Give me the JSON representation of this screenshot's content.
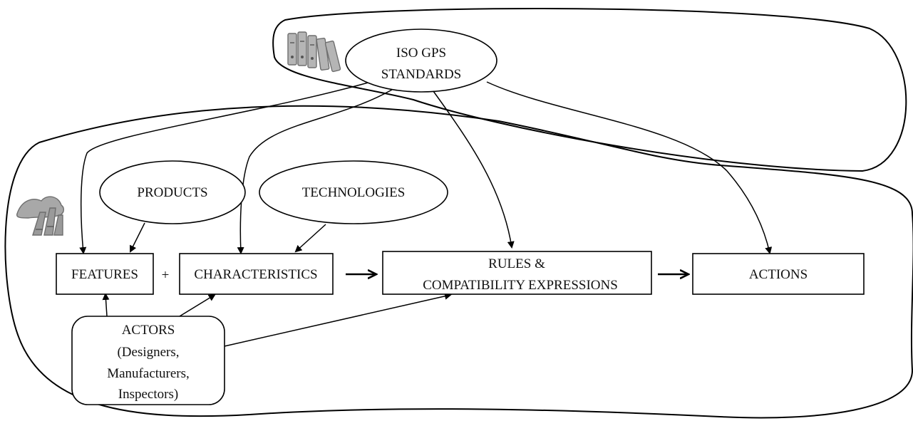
{
  "iso": {
    "line1": "ISO GPS",
    "line2": "STANDARDS"
  },
  "products": "PRODUCTS",
  "technologies": "TECHNOLOGIES",
  "features": "FEATURES",
  "plus": "+",
  "characteristics": "CHARACTERISTICS",
  "rules": {
    "line1": "RULES &",
    "line2": "COMPATIBILITY EXPRESSIONS"
  },
  "actions": "ACTIONS",
  "actors": {
    "line1": "ACTORS",
    "line2": "(Designers,",
    "line3": "Manufacturers,",
    "line4": "Inspectors)"
  },
  "icons": {
    "standards": "binders-icon",
    "factory": "factory-chimney-icon"
  },
  "colors": {
    "stroke": "#000000",
    "background": "#ffffff",
    "icon": "#8c8c8c"
  }
}
